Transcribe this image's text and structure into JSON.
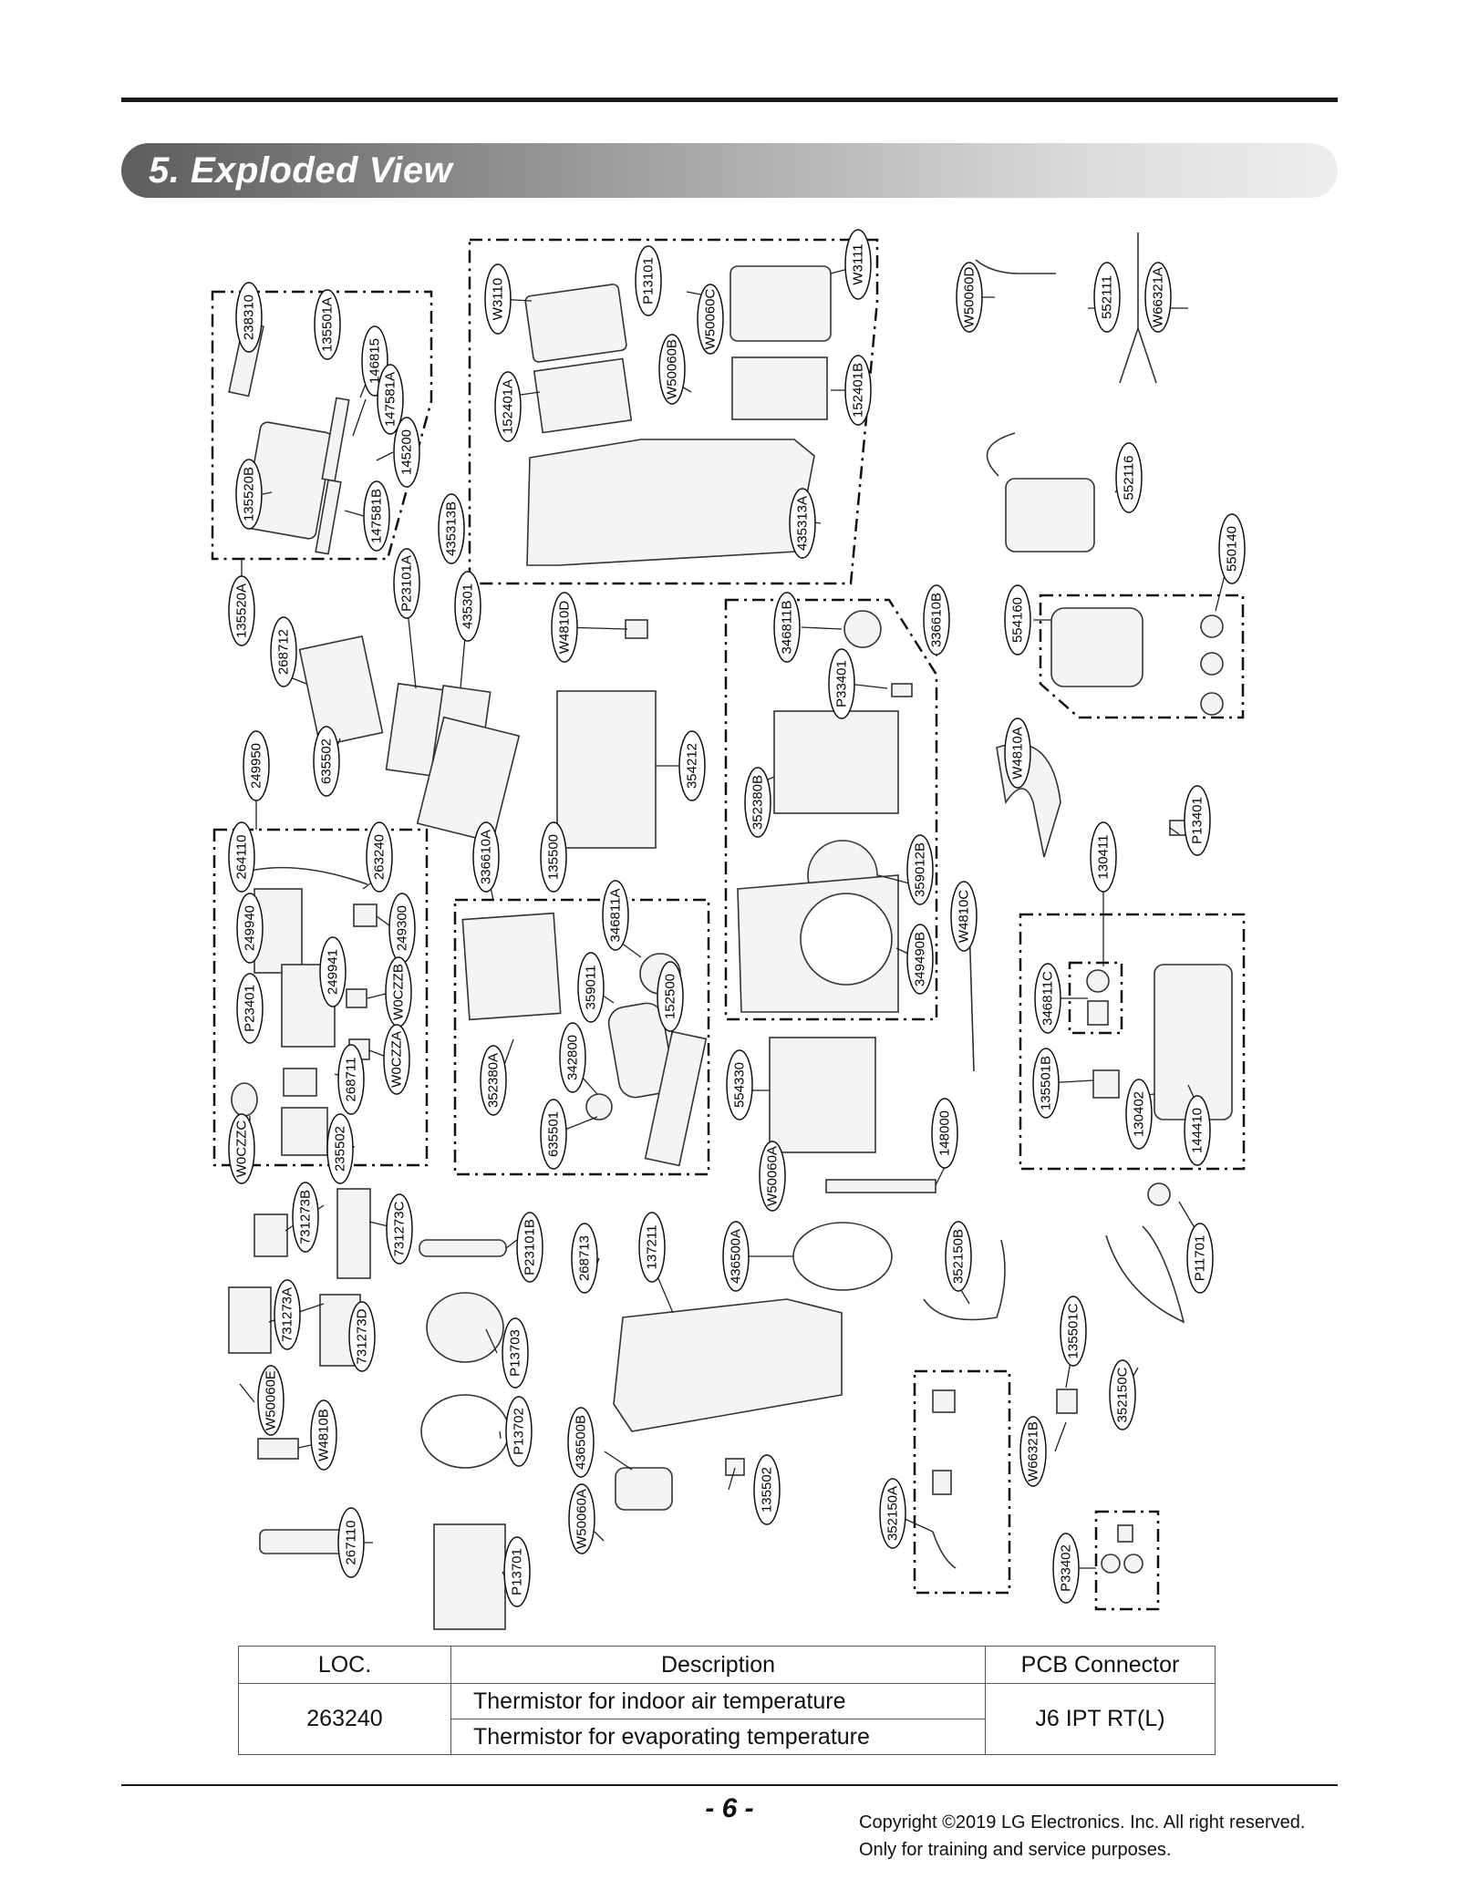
{
  "section": {
    "title": "5. Exploded View"
  },
  "diagram": {
    "part_labels": [
      "238310",
      "135501A",
      "146815",
      "147581A",
      "145200",
      "135520B",
      "147581B",
      "435313B",
      "W3110",
      "P13101",
      "W3111",
      "W50060C",
      "W50060B",
      "152401A",
      "152401B",
      "435313A",
      "W50060D",
      "552111",
      "W66321A",
      "552116",
      "550140",
      "554160",
      "W4810A",
      "P13401",
      "135520A",
      "268712",
      "P23101A",
      "435301",
      "W4810D",
      "346811B",
      "336610B",
      "P33401",
      "354212",
      "352380B",
      "359012B",
      "349490B",
      "W4810C",
      "130411",
      "346811C",
      "135501B",
      "130402",
      "144410",
      "249950",
      "635502",
      "264110",
      "263240",
      "249940",
      "249300",
      "249941",
      "W0CZZB",
      "P23401",
      "W0CZZA",
      "268711",
      "W0CZZC",
      "235502",
      "336610A",
      "135500",
      "346811A",
      "359011",
      "152500",
      "342800",
      "352380A",
      "635501",
      "554330",
      "W50060A",
      "148000",
      "731273B",
      "731273C",
      "P23101B",
      "268713",
      "137211",
      "436500A",
      "352150B",
      "P11701",
      "731273A",
      "731273D",
      "W50060E",
      "P13703",
      "135501C",
      "352150C",
      "W4810B",
      "P13702",
      "436500B",
      "W66321B",
      "135502",
      "352150A",
      "P33402",
      "267110",
      "P13701",
      "W50060A"
    ]
  },
  "table": {
    "headers": [
      "LOC.",
      "Description",
      "PCB Connector"
    ],
    "loc": "263240",
    "descriptions": [
      "Thermistor for indoor air temperature",
      "Thermistor for evaporating temperature"
    ],
    "connector": "J6 IPT RT(L)"
  },
  "footer": {
    "page_number": "- 6 -",
    "copyright_line1": "Copyright ©2019 LG Electronics. Inc. All right reserved.",
    "copyright_line2": "Only for training and service purposes."
  }
}
